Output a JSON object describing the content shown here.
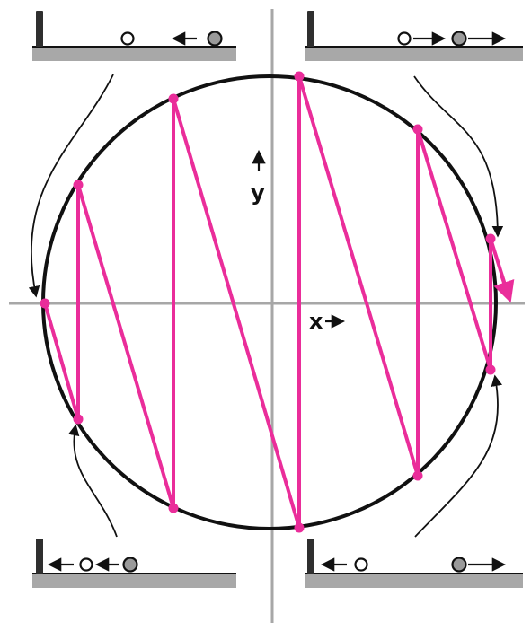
{
  "axes": {
    "x_label": "x",
    "y_label": "y"
  },
  "colors": {
    "background": "#ffffff",
    "axis": "#a7a7a7",
    "circle": "#111111",
    "trajectory": "#ea2d9a",
    "shelf": "#a8a8a8",
    "wall": "#2f2f2f",
    "ball_filled": "#9a9a9a",
    "ball_open": "#ffffff",
    "annotation": "#111111"
  },
  "insets": [
    {
      "id": "top-left",
      "description_icons": [
        "wall-icon",
        "floor-icon",
        "open-ball-icon",
        "left-arrow-icon",
        "filled-ball-icon"
      ]
    },
    {
      "id": "top-right",
      "description_icons": [
        "wall-icon",
        "floor-icon",
        "open-ball-icon",
        "right-arrow-icon",
        "filled-ball-icon",
        "right-arrow-icon"
      ]
    },
    {
      "id": "bottom-left",
      "description_icons": [
        "wall-icon",
        "floor-icon",
        "left-arrow-icon",
        "open-ball-icon",
        "left-arrow-icon",
        "filled-ball-icon"
      ]
    },
    {
      "id": "bottom-right",
      "description_icons": [
        "wall-icon",
        "floor-icon",
        "left-arrow-icon",
        "open-ball-icon",
        "filled-ball-icon",
        "right-arrow-icon"
      ]
    }
  ]
}
